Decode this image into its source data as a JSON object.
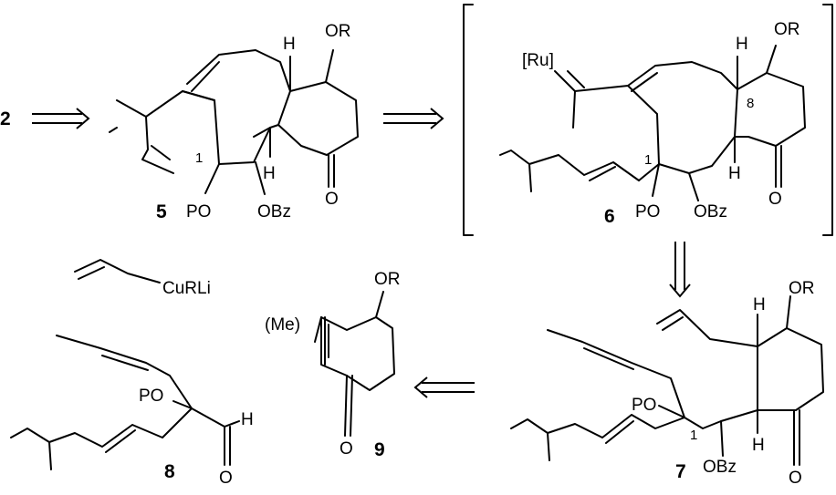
{
  "compounds": {
    "c2": {
      "id": "2"
    },
    "c5": {
      "id": "5",
      "labels": {
        "H_top": "H",
        "OR": "OR",
        "locant1": "1",
        "H_bottom": "H",
        "O_ketone": "O",
        "PO": "PO",
        "OBz": "OBz"
      }
    },
    "c6": {
      "id": "6",
      "labels": {
        "Ru": "[Ru]",
        "H_top": "H",
        "OR": "OR",
        "locant8": "8",
        "locant1": "1",
        "H_bottom": "H",
        "O_ketone": "O",
        "PO": "PO",
        "OBz": "OBz"
      }
    },
    "c7": {
      "id": "7",
      "labels": {
        "H_top": "H",
        "OR": "OR",
        "PO": "PO",
        "locant1": "1",
        "H_bottom": "H",
        "O_ketone": "O",
        "OBz": "OBz"
      }
    },
    "c8": {
      "id": "8",
      "labels": {
        "PO": "PO",
        "H_ald": "H",
        "O_ald": "O"
      }
    },
    "c9": {
      "id": "9",
      "labels": {
        "OR": "OR",
        "Me": "(Me)",
        "O": "O"
      }
    }
  },
  "reagent": {
    "cuprate": "CuRLi"
  }
}
